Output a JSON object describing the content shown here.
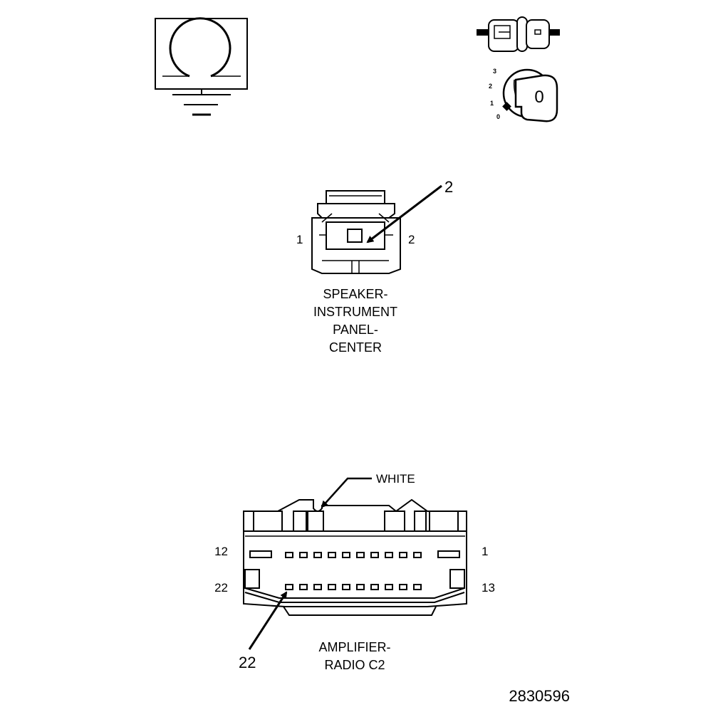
{
  "icons": {
    "speaker_ground": "speaker-with-ground-icon",
    "connector_side": "connector-side-view-icon",
    "ignition": "ignition-key-switch-icon"
  },
  "ignition_positions": [
    "3",
    "2",
    "1",
    "0"
  ],
  "ignition_key_label": "0",
  "speaker_connector": {
    "callout": "2",
    "pin_left": "1",
    "pin_right": "2",
    "caption_lines": [
      "SPEAKER-",
      "INSTRUMENT",
      "PANEL-",
      "CENTER"
    ]
  },
  "amplifier_connector": {
    "color_label": "WHITE",
    "pin_top_left": "12",
    "pin_top_right": "1",
    "pin_bottom_left": "22",
    "pin_bottom_right": "13",
    "callout": "22",
    "caption_lines": [
      "AMPLIFIER-",
      "RADIO C2"
    ]
  },
  "figure_id": "2830596"
}
